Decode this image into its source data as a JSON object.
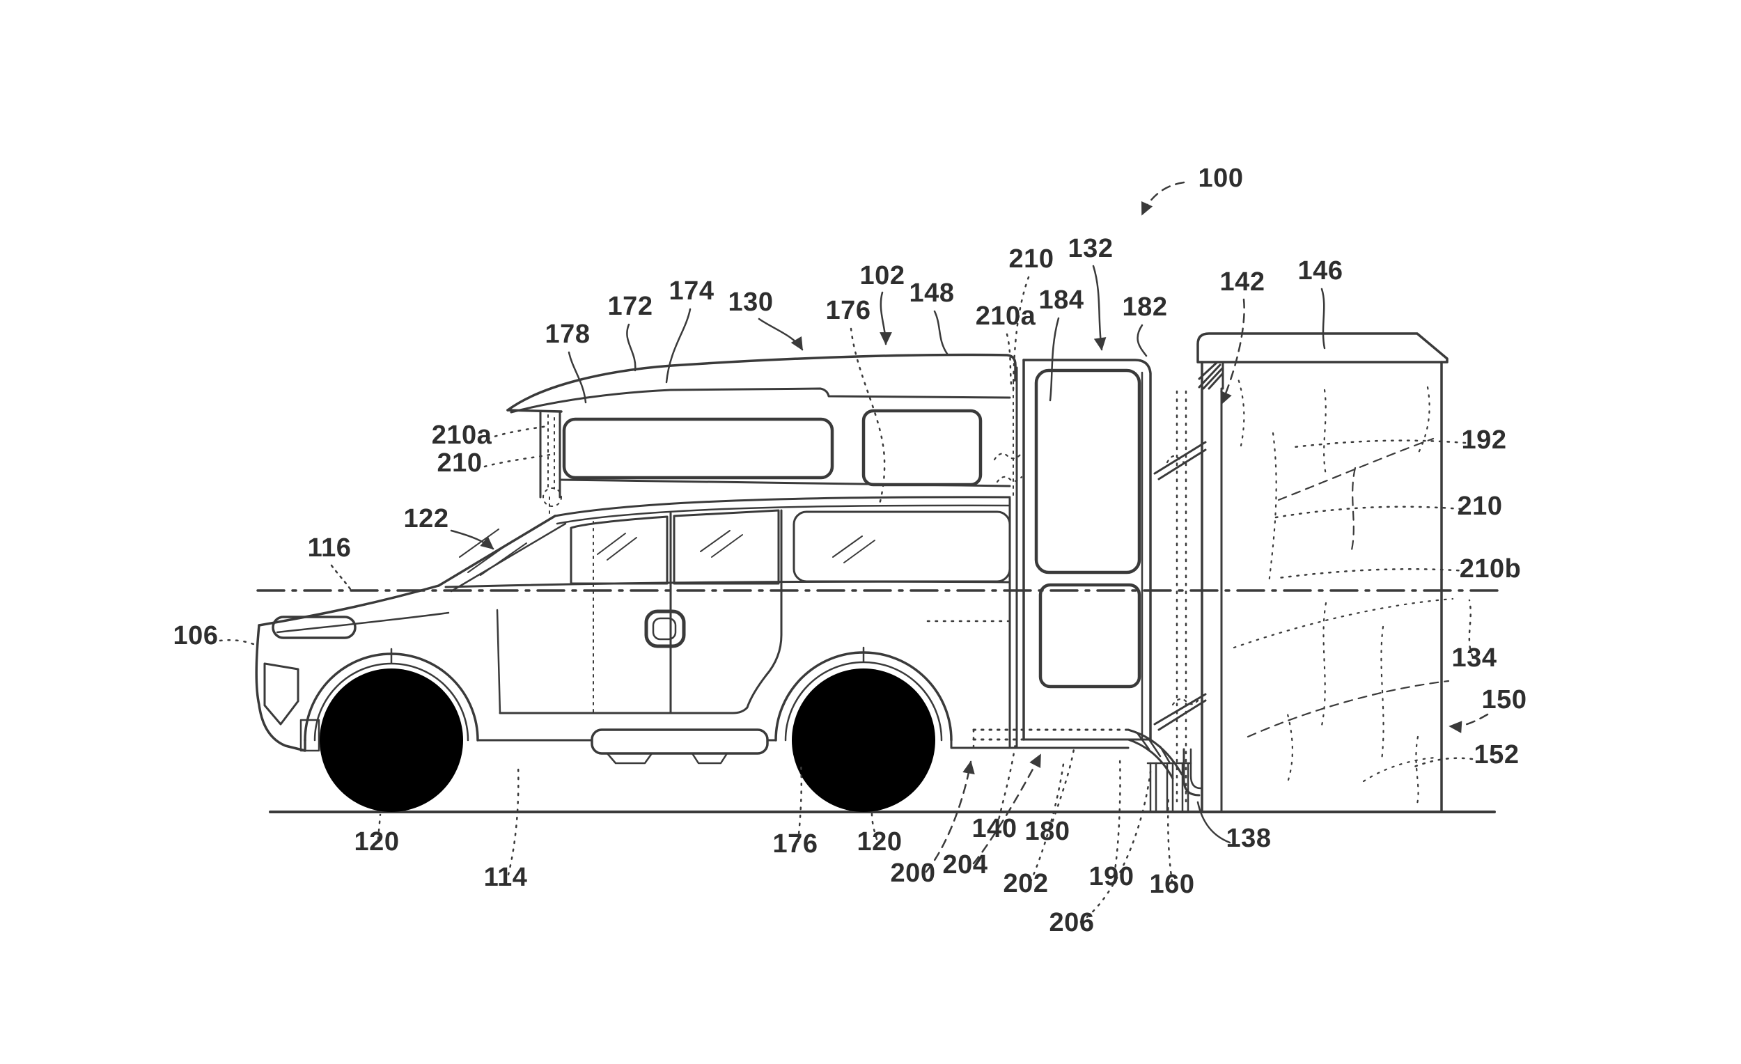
{
  "figure": {
    "colors": {
      "background": "#ffffff",
      "ink": "#3a3a3a",
      "label": "#2e2e2e"
    },
    "labels": [
      "100",
      "102",
      "172",
      "174",
      "130",
      "176",
      "148",
      "178",
      "210a",
      "210",
      "132",
      "184",
      "182",
      "142",
      "146",
      "210a",
      "210",
      "122",
      "116",
      "106",
      "192",
      "210",
      "210b",
      "134",
      "150",
      "152",
      "120",
      "114",
      "176",
      "120",
      "200",
      "204",
      "140",
      "180",
      "202",
      "190",
      "206",
      "160",
      "138"
    ]
  }
}
